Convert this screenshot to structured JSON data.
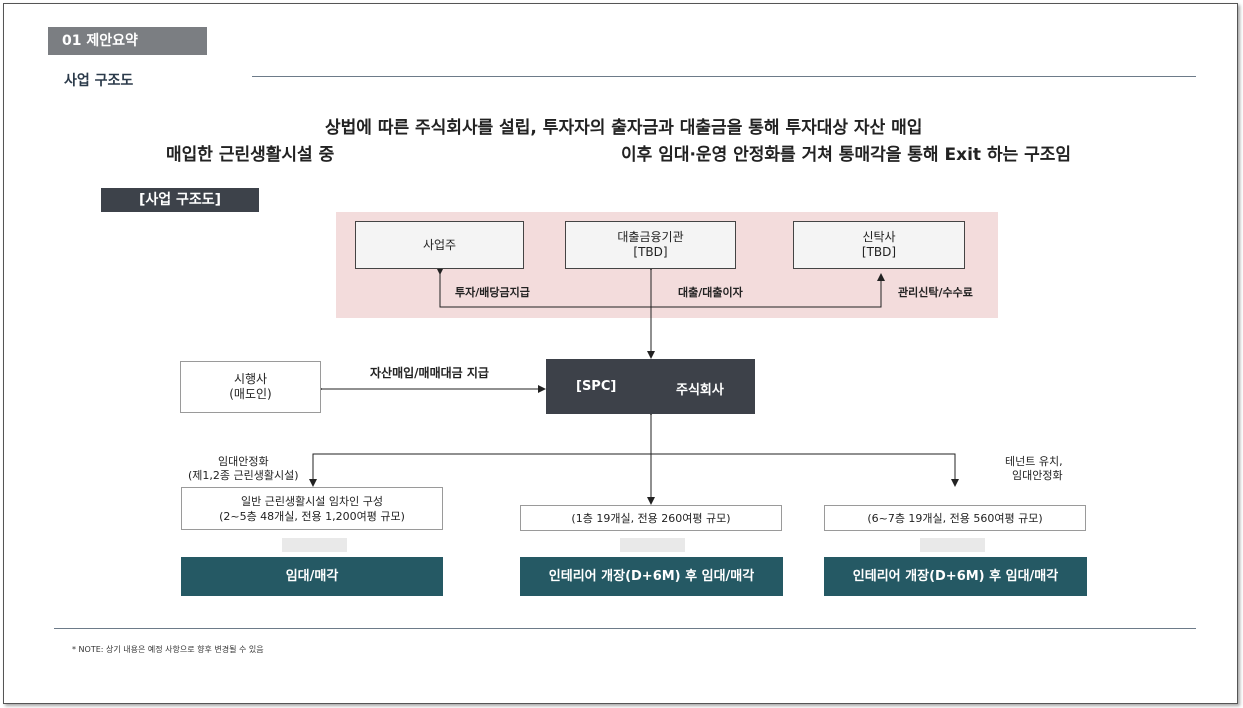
{
  "section": {
    "tab": "01  제안요약",
    "subtitle": "사업 구조도"
  },
  "headline": {
    "line1": "상법에 따른 주식회사를 설립, 투자자의 출자금과 대출금을 통해 투자대상 자산 매입",
    "line2_left": "매입한 근린생활시설 중",
    "line2_right": "이후 임대·운영 안정화를 거쳐  통매각을 통해 Exit 하는 구조임"
  },
  "diagram_label": "[사업 구조도]",
  "top_boxes": {
    "sponsor": {
      "line1": "사업주"
    },
    "lender": {
      "line1": "대출금융기관",
      "line2": "[TBD]"
    },
    "trust": {
      "line1": "신탁사",
      "line2": "[TBD]"
    }
  },
  "flows": {
    "sponsor": "투자/배당금지급",
    "lender": "대출/대출이자",
    "trust": "관리신탁/수수료",
    "seller": "자산매입/매매대금 지급"
  },
  "seller_box": {
    "line1": "시행사",
    "line2": "(매도인)"
  },
  "spc": {
    "left": "[SPC]",
    "right": "주식회사"
  },
  "branches": {
    "left_note_line1": "임대안정화",
    "left_note_line2": "(제1,2종 근린생활시설)",
    "right_note_line1": "테넌트 유치,",
    "right_note_line2": "임대안정화"
  },
  "floor_boxes": [
    {
      "line1": "일반 근린생활시설 임차인 구성",
      "line2": "(2~5층 48개실, 전용 1,200여평 규모)"
    },
    {
      "line1": "(1층 19개실, 전용 260여평 규모)"
    },
    {
      "line1": "(6~7층 19개실, 전용 560여평 규모)"
    }
  ],
  "strategies": [
    {
      "label": "임대/매각"
    },
    {
      "label": "인테리어 개장(D+6M) 후 임대/매각"
    },
    {
      "label": "인테리어 개장(D+6M) 후 임대/매각"
    }
  ],
  "note": "* NOTE: 상기 내용은 예정 사항으로 향후 변경될 수 있음",
  "colors": {
    "section_tab": "#7b7e82",
    "label_box": "#3d424a",
    "pink_band": "#f3dcdc",
    "spc": "#3d4149",
    "teal": "#255964",
    "rule": "#6d7b89"
  }
}
